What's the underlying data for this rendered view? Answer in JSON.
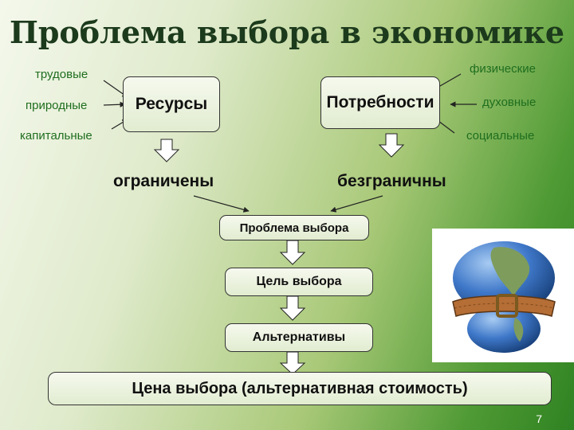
{
  "title": "Проблема выбора в экономике",
  "resources": {
    "label": "Ресурсы",
    "types": [
      "трудовые",
      "природные",
      "капитальные"
    ],
    "property": "ограничены"
  },
  "needs": {
    "label": "Потребности",
    "types": [
      "физические",
      "духовные",
      "социальные"
    ],
    "property": "безграничны"
  },
  "flow": {
    "problem": "Проблема выбора",
    "goal": "Цель  выбора",
    "alternatives": "Альтернативы",
    "price": "Цена  выбора   (альтернативная стоимость)"
  },
  "page_number": "7",
  "colors": {
    "accent_text": "#1f6e1f",
    "bg_green": "#2f8222"
  },
  "image": {
    "icon": "globe-with-belt-icon"
  }
}
